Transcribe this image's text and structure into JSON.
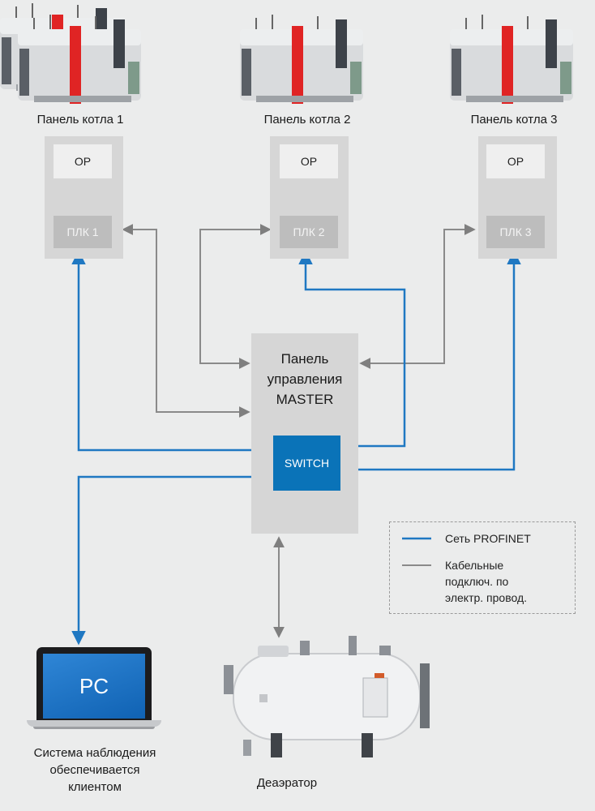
{
  "boilers": [
    {
      "caption": "Панель котла 1",
      "op": "OP",
      "plc": "ПЛК 1"
    },
    {
      "caption": "Панель котла 2",
      "op": "OP",
      "plc": "ПЛК 2"
    },
    {
      "caption": "Панель котла 3",
      "op": "OP",
      "plc": "ПЛК 3"
    }
  ],
  "master": {
    "title_lines": [
      "Панель",
      "управления",
      "MASTER"
    ],
    "switch_label": "SWITCH"
  },
  "legend": {
    "profinet_label": "Сеть PROFINET",
    "cable_lines": [
      "Кабельные",
      "подключ. по",
      "электр. провод."
    ]
  },
  "pc": {
    "screen_label": "PC",
    "caption_lines": [
      "Система наблюдения",
      "обеспечивается",
      "клиентом"
    ]
  },
  "deaerator": {
    "caption": "Деаэратор"
  },
  "colors": {
    "profinet": "#1f78c2",
    "cable": "#8a8a8a",
    "switch": "#0a73b8",
    "background": "#ebecec"
  }
}
